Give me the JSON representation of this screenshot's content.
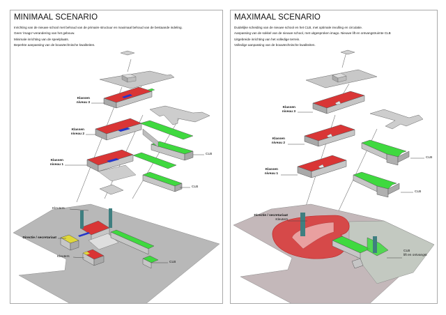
{
  "panels": [
    {
      "title": "MINIMAAL SCENARIO",
      "description": [
        "Inrichting van de nieuwe school met behoud van de primaire structuur en maximaal behoud van de bestaande indeling.",
        "Geen 'imago'-verandering van het gebouw.",
        "Minimale inrichting van de speelplaats.",
        "Beperkte aanpassing van de bouwtechnische kwaliteiten."
      ],
      "labels": {
        "niveau3_a": "Klassen",
        "niveau3_b": "niveau 3",
        "niveau2_a": "Klassen",
        "niveau2_b": "niveau 2",
        "niveau1_a": "Klassen",
        "niveau1_b": "niveau 1",
        "clb_upper": "CLB",
        "clb_lower": "CLB",
        "kleuters_top": "Kleuters",
        "directie": "Directie / secretariaat",
        "kleuters_bottom": "Kleuters",
        "clb_ground": "CLB"
      }
    },
    {
      "title": "MAXIMAAL SCENARIO",
      "description": [
        "Duidelijke scheiding van de nieuwe school en het CLB, met optimale invulling en circulatie.",
        "Aanpassing van de sokkel van de nieuwe school, met uitgesproken imago. Nieuwe lift en ontvangstruimte CLB",
        "Uitgebreide inrichting van het volledige terrein.",
        "Volledige aanpassing van de bouwtechnische kwaliteiten."
      ],
      "labels": {
        "niveau3_a": "Klassen",
        "niveau3_b": "niveau 3",
        "niveau2_a": "Klassen",
        "niveau2_b": "niveau 2",
        "niveau1_a": "Klassen",
        "niveau1_b": "niveau 1",
        "clb_upper": "CLB",
        "clb_lower": "CLB",
        "directie": "Directie / secretariaat",
        "kleuters": "Kleuters",
        "clb_ground_a": "CLB",
        "clb_ground_b": "lift en ontvangst"
      }
    }
  ],
  "legend_colors": {
    "klassen": "#d93535",
    "clb": "#3fd93f",
    "directie": "#e0d83a",
    "circulatie": "#2436c8",
    "lift": "#3f7f80",
    "terrain_min": "#b8b8b8",
    "terrain_max": "#c4b8ba",
    "terrain_clb": "#c3c9c1"
  }
}
